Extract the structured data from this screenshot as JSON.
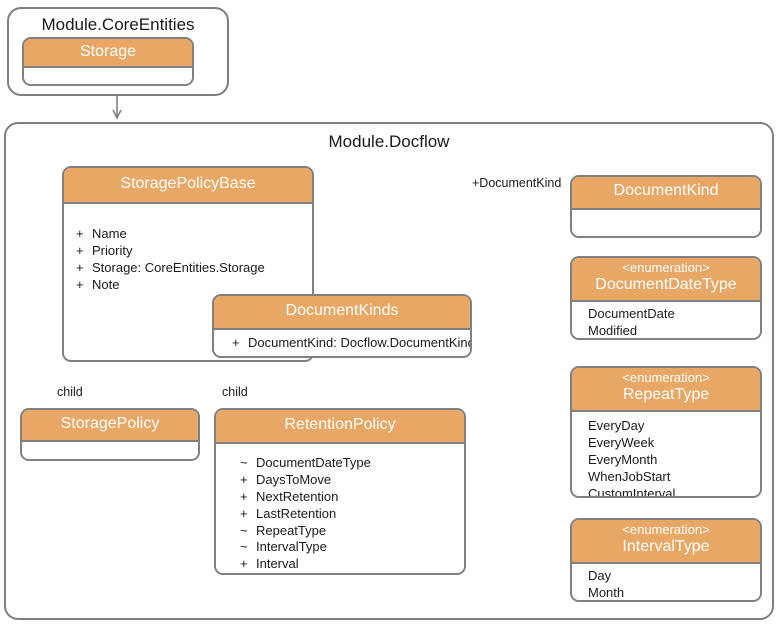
{
  "diagram": {
    "type": "uml-class-diagram",
    "background": "#ffffff",
    "accent_header_color": "#e9a765",
    "border_color": "#808080",
    "connector_color": "#808080",
    "text_color": "#1a1a1a"
  },
  "packages": [
    {
      "id": "core-entities",
      "title": "Module.CoreEntities"
    },
    {
      "id": "docflow",
      "title": "Module.Docflow"
    }
  ],
  "classes": {
    "storage": {
      "name": "Storage",
      "stereotype": "",
      "members": []
    },
    "storage_policy_base": {
      "name": "StoragePolicyBase",
      "stereotype": "",
      "members": [
        {
          "visibility": "+",
          "text": "Name"
        },
        {
          "visibility": "+",
          "text": "Priority"
        },
        {
          "visibility": "+",
          "text": "Storage: CoreEntities.Storage"
        },
        {
          "visibility": "+",
          "text": "Note"
        }
      ]
    },
    "document_kinds": {
      "name": "DocumentKinds",
      "stereotype": "",
      "members": [
        {
          "visibility": "+",
          "text": "DocumentKind: Docflow.DocumentKind"
        }
      ]
    },
    "storage_policy": {
      "name": "StoragePolicy",
      "stereotype": "",
      "members": []
    },
    "retention_policy": {
      "name": "RetentionPolicy",
      "stereotype": "",
      "members": [
        {
          "visibility": "~",
          "text": "DocumentDateType"
        },
        {
          "visibility": "+",
          "text": "DaysToMove"
        },
        {
          "visibility": "+",
          "text": "NextRetention"
        },
        {
          "visibility": "+",
          "text": "LastRetention"
        },
        {
          "visibility": "~",
          "text": "RepeatType"
        },
        {
          "visibility": "~",
          "text": "IntervalType"
        },
        {
          "visibility": "+",
          "text": "Interval"
        }
      ]
    },
    "document_kind": {
      "name": "DocumentKind",
      "stereotype": "",
      "members": []
    },
    "document_date_type": {
      "name": "DocumentDateType",
      "stereotype": "<enumeration>",
      "literals": [
        "DocumentDate",
        "Modified"
      ]
    },
    "repeat_type": {
      "name": "RepeatType",
      "stereotype": "<enumeration>",
      "literals": [
        "EveryDay",
        "EveryWeek",
        "EveryMonth",
        "WhenJobStart",
        "CustomInterval"
      ]
    },
    "interval_type": {
      "name": "IntervalType",
      "stereotype": "<enumeration>",
      "literals": [
        "Day",
        "Month"
      ]
    }
  },
  "connector_labels": {
    "child_left": "child",
    "child_right": "child",
    "document_kind_role": "+DocumentKind"
  }
}
